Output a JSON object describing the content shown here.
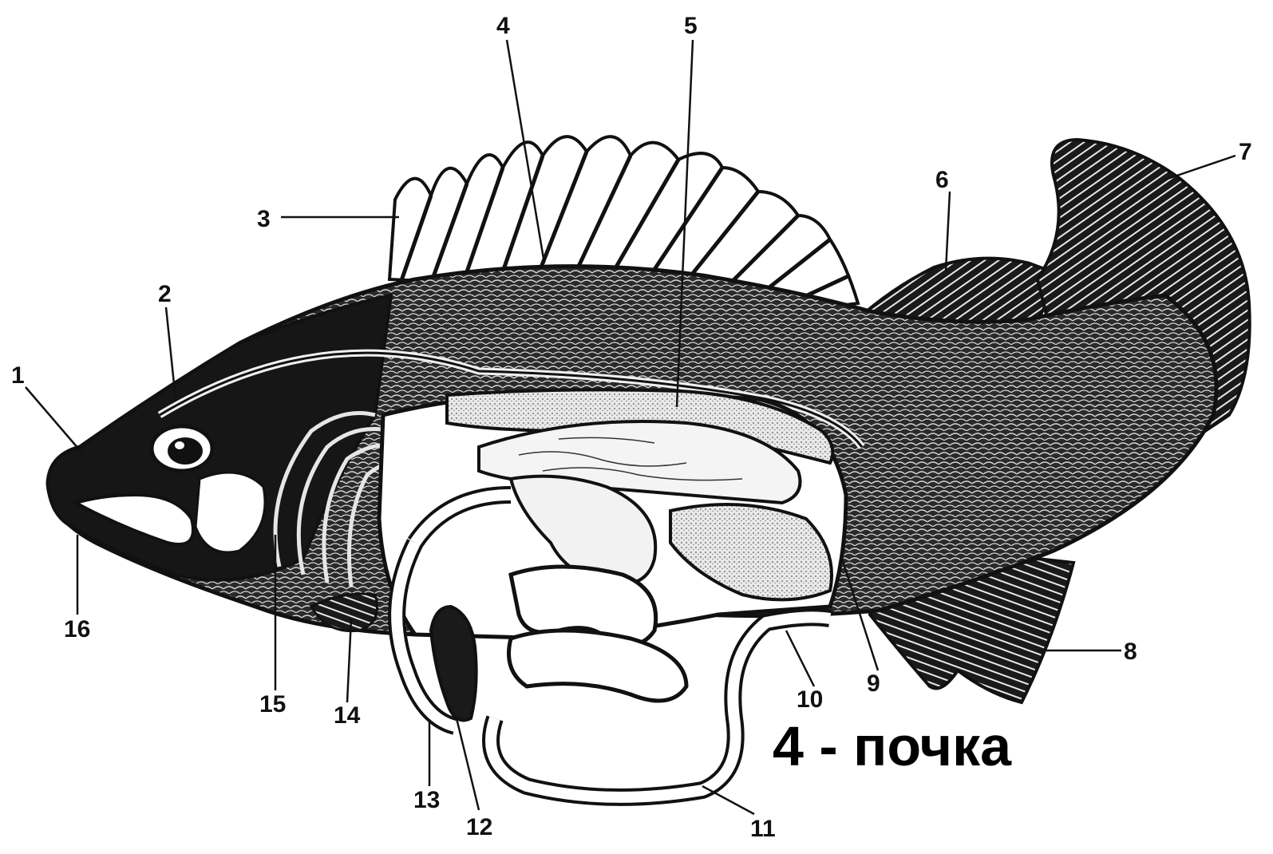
{
  "diagram": {
    "caption": "4 - почка",
    "labels": {
      "l1": "1",
      "l2": "2",
      "l3": "3",
      "l4": "4",
      "l5": "5",
      "l6": "6",
      "l7": "7",
      "l8": "8",
      "l9": "9",
      "l10": "10",
      "l11": "11",
      "l12": "12",
      "l13": "13",
      "l14": "14",
      "l15": "15",
      "l16": "16"
    }
  },
  "colors": {
    "ink": "#111111",
    "background": "#ffffff",
    "organ_fill": "#f2f2f2"
  }
}
